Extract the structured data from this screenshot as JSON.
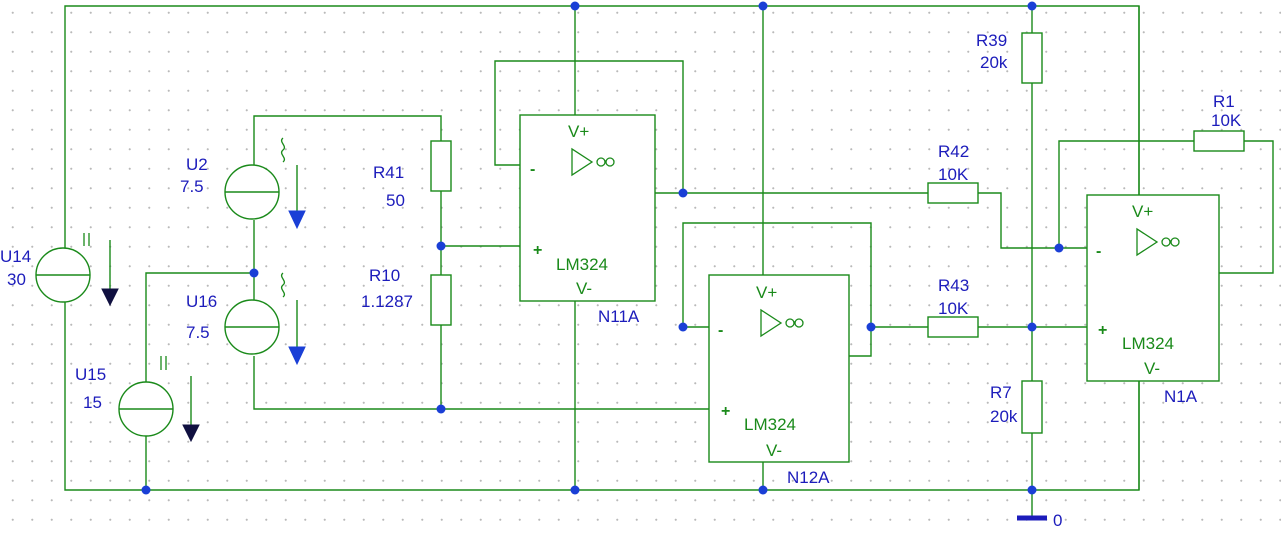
{
  "components": {
    "U14": {
      "name": "U14",
      "value": "30"
    },
    "U2": {
      "name": "U2",
      "value": "7.5"
    },
    "U16": {
      "name": "U16",
      "value": "7.5"
    },
    "U15": {
      "name": "U15",
      "value": "15"
    },
    "R41": {
      "name": "R41",
      "value": "50"
    },
    "R10": {
      "name": "R10",
      "value": "1.1287"
    },
    "R42": {
      "name": "R42",
      "value": "10K"
    },
    "R43": {
      "name": "R43",
      "value": "10K"
    },
    "R39": {
      "name": "R39",
      "value": "20k"
    },
    "R7": {
      "name": "R7",
      "value": "20k"
    },
    "R1": {
      "name": "R1",
      "value": "10K"
    }
  },
  "opamps": {
    "N11A": {
      "name": "N11A",
      "part": "LM324",
      "vplus": "V+",
      "vminus": "V-",
      "inv": "-",
      "noninv": "+"
    },
    "N12A": {
      "name": "N12A",
      "part": "LM324",
      "vplus": "V+",
      "vminus": "V-",
      "inv": "-",
      "noninv": "+"
    },
    "N1A": {
      "name": "N1A",
      "part": "LM324",
      "vplus": "V+",
      "vminus": "V-",
      "inv": "-",
      "noninv": "+"
    }
  },
  "ground": {
    "label": "0"
  },
  "colors": {
    "wire": "#1a8a1a",
    "label": "#1c1cbb",
    "node": "#1a3fd6"
  }
}
